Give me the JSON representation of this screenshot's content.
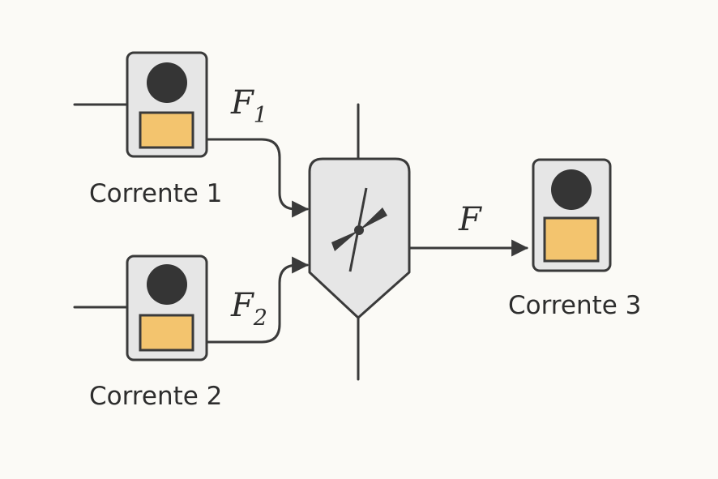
{
  "colors": {
    "background": "#fbfaf6",
    "line": "#3a3a3a",
    "device_fill": "#e6e6e6",
    "device_stroke": "#3a3a3a",
    "sensor_dot": "#353535",
    "panel_fill": "#f3c46e"
  },
  "streams": [
    {
      "label": "Corrente 1",
      "icon": "flow-meter-icon"
    },
    {
      "label": "Corrente 2",
      "icon": "flow-meter-icon"
    },
    {
      "label": "Corrente 3",
      "icon": "flow-meter-icon"
    }
  ],
  "flows": [
    {
      "symbol": "F",
      "subscript": "1"
    },
    {
      "symbol": "F",
      "subscript": "2"
    },
    {
      "symbol": "F",
      "subscript": ""
    }
  ],
  "mixer": {
    "icon": "mixer-agitator-icon"
  }
}
